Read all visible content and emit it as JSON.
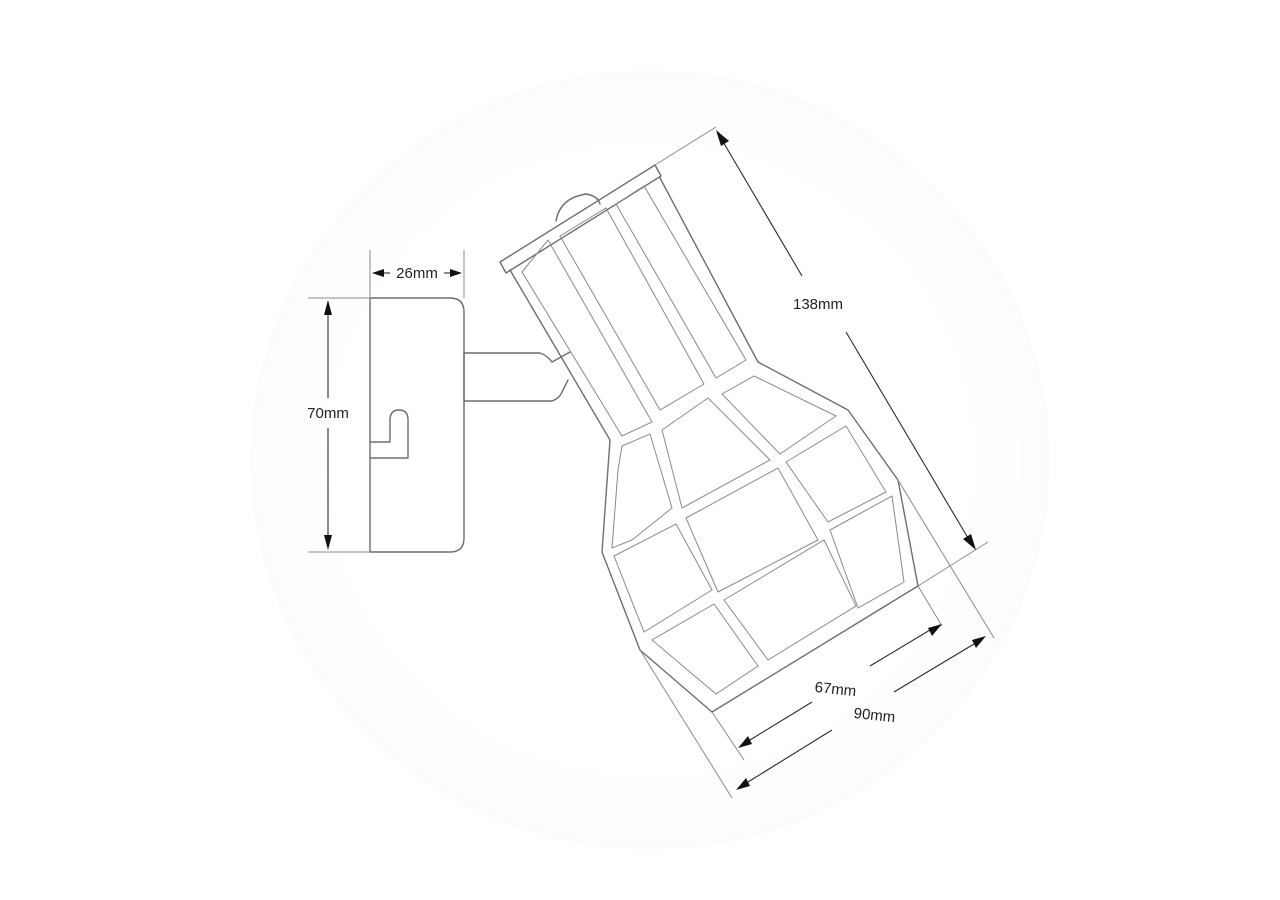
{
  "drawing": {
    "dimensions": {
      "height": "70mm",
      "depth": "26mm",
      "length": "138mm",
      "inner_width": "67mm",
      "outer_width": "90mm"
    },
    "line_color": "#6e6e6e",
    "dimension_color": "#2a2a2a"
  }
}
